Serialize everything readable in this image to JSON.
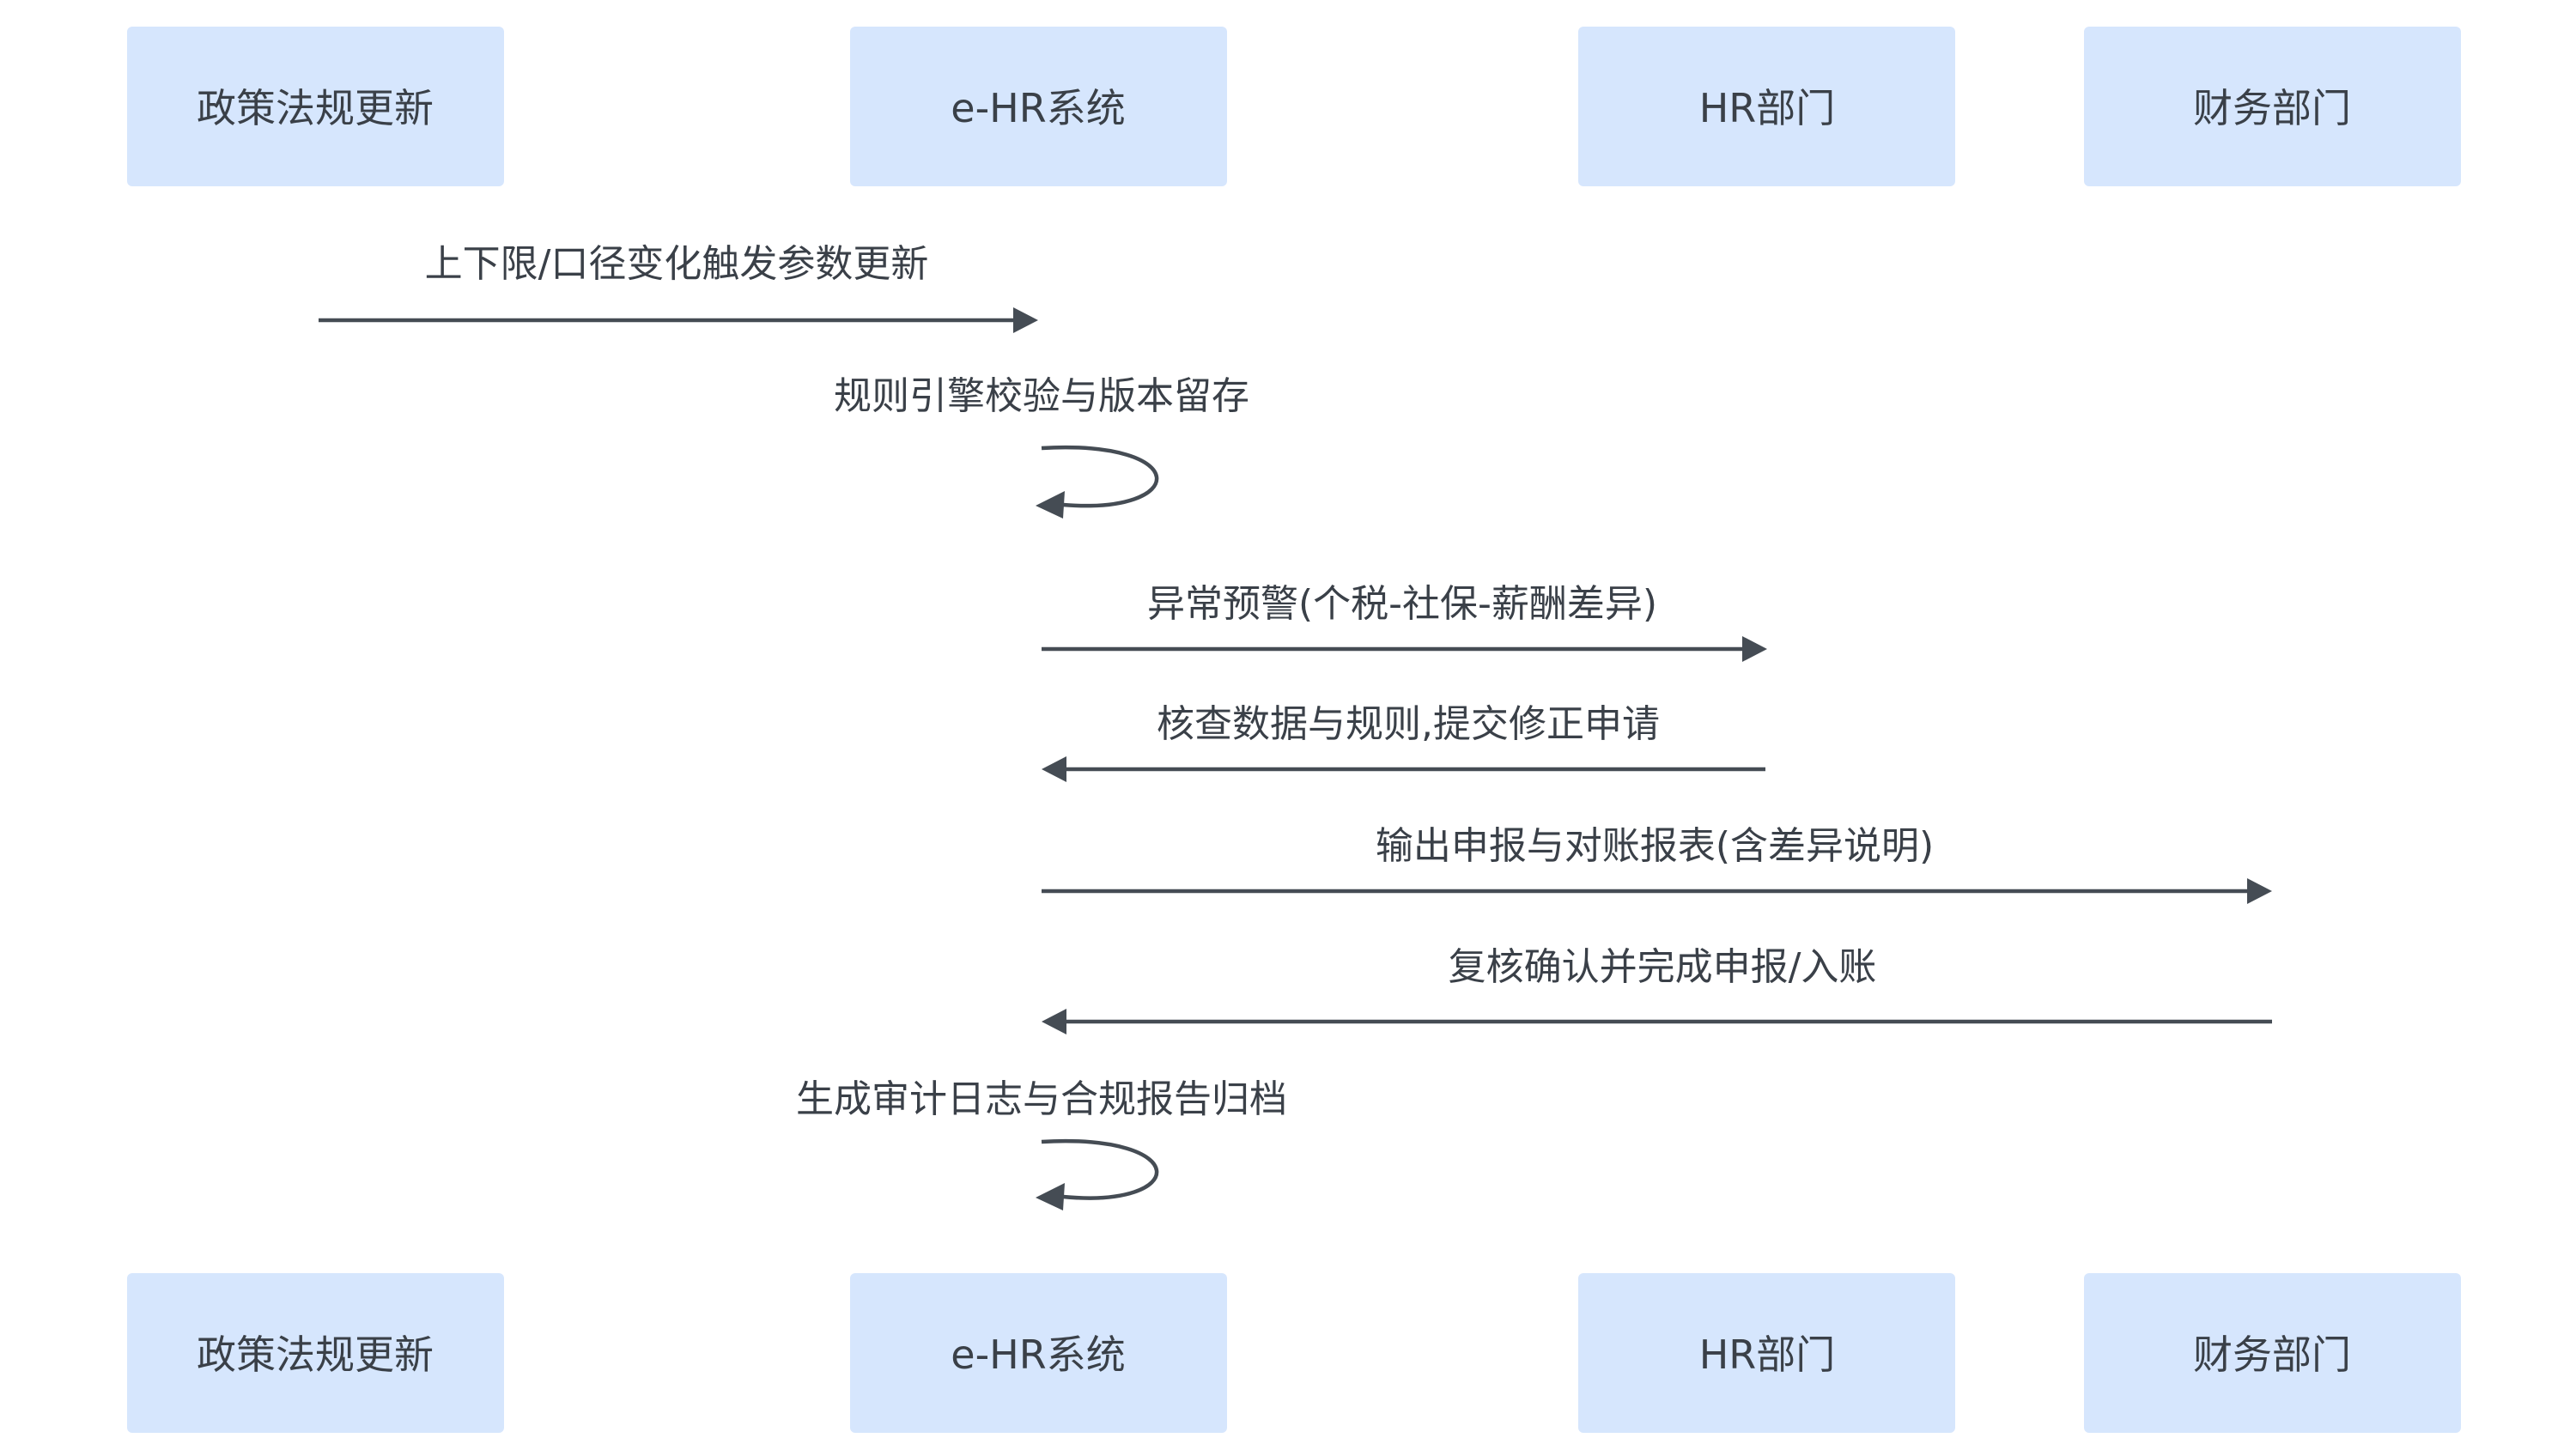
{
  "participants": [
    {
      "label": "政策法规更新"
    },
    {
      "label": "e-HR系统"
    },
    {
      "label": "HR部门"
    },
    {
      "label": "财务部门"
    }
  ],
  "messages": [
    {
      "from": "政策法规更新",
      "to": "e-HR系统",
      "label": "上下限/口径变化触发参数更新"
    },
    {
      "from": "e-HR系统",
      "to": "e-HR系统",
      "label": "规则引擎校验与版本留存"
    },
    {
      "from": "e-HR系统",
      "to": "HR部门",
      "label": "异常预警(个税-社保-薪酬差异)"
    },
    {
      "from": "HR部门",
      "to": "e-HR系统",
      "label": "核查数据与规则,提交修正申请"
    },
    {
      "from": "e-HR系统",
      "to": "财务部门",
      "label": "输出申报与对账报表(含差异说明)"
    },
    {
      "from": "财务部门",
      "to": "e-HR系统",
      "label": "复核确认并完成申报/入账"
    },
    {
      "from": "e-HR系统",
      "to": "e-HR系统",
      "label": "生成审计日志与合规报告归档"
    }
  ],
  "colors": {
    "box": "#d6e6fd",
    "line": "#454c54",
    "text": "#3a4048"
  }
}
